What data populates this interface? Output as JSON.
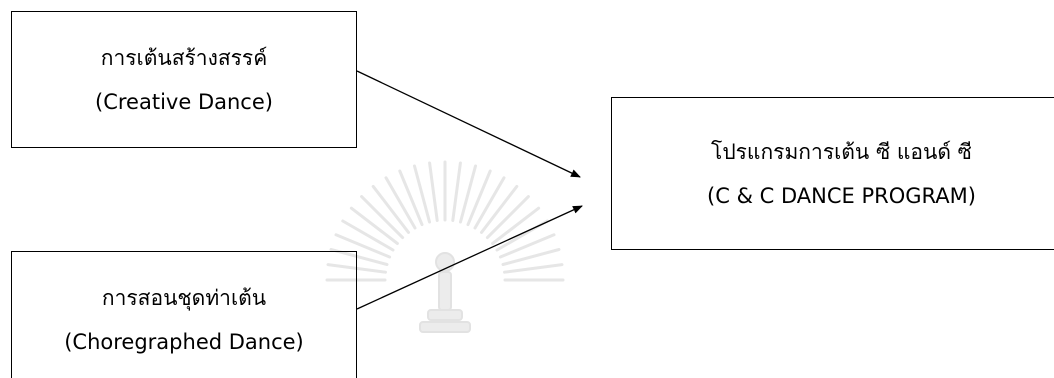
{
  "diagram": {
    "boxes": {
      "creative": {
        "thai": "การเต้นสร้างสรรค์",
        "english": "(Creative Dance)"
      },
      "choreographed": {
        "thai": "การสอนชุดท่าเต้น",
        "english": "(Choregraphed Dance)"
      },
      "program": {
        "thai": "โปรแกรมการเต้น ซี แอนด์ ซี",
        "english": "(C & C DANCE PROGRAM)"
      }
    },
    "connections": [
      {
        "from": "creative",
        "to": "program"
      },
      {
        "from": "choreographed",
        "to": "program"
      }
    ],
    "colors": {
      "line": "#000000",
      "watermark": "#e6e6e6",
      "background": "#ffffff"
    },
    "watermark_icon": "university-emblem-icon"
  }
}
